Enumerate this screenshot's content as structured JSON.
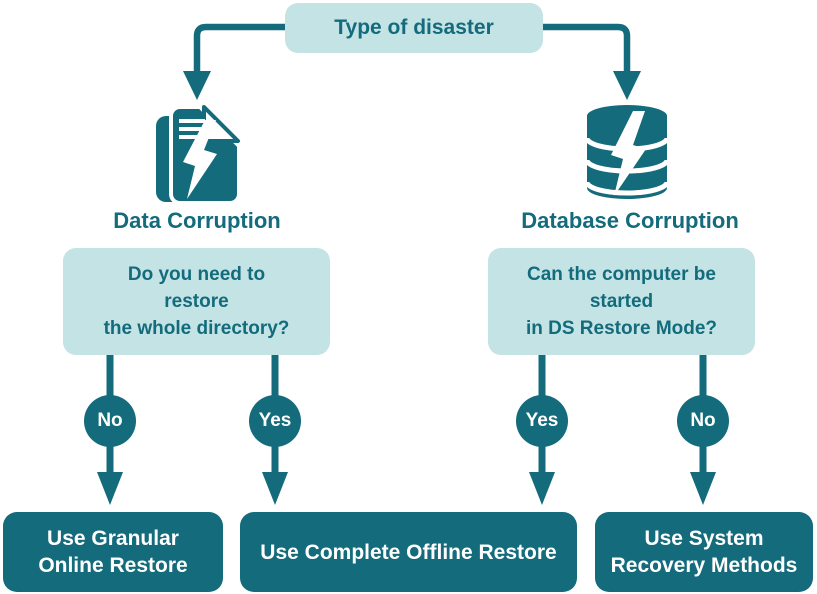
{
  "colors": {
    "teal_dark": "#136B7C",
    "teal_light": "#C4E3E5",
    "text_on_dark": "#FFFFFF"
  },
  "root_node": {
    "label": "Type of disaster"
  },
  "branches": [
    {
      "icon": "document-lightning-icon",
      "label": "Data Corruption",
      "question_lines": [
        "Do you need to",
        "restore",
        "the whole directory?"
      ],
      "answers": [
        {
          "label": "No"
        },
        {
          "label": "Yes"
        }
      ]
    },
    {
      "icon": "database-lightning-icon",
      "label": "Database Corruption",
      "question_lines": [
        "Can the computer be",
        "started",
        "in DS Restore Mode?"
      ],
      "answers": [
        {
          "label": "Yes"
        },
        {
          "label": "No"
        }
      ]
    }
  ],
  "outcomes": [
    {
      "lines": [
        "Use Granular",
        "Online Restore"
      ]
    },
    {
      "lines": [
        "Use Complete Offline Restore"
      ]
    },
    {
      "lines": [
        "Use System",
        "Recovery Methods"
      ]
    }
  ]
}
